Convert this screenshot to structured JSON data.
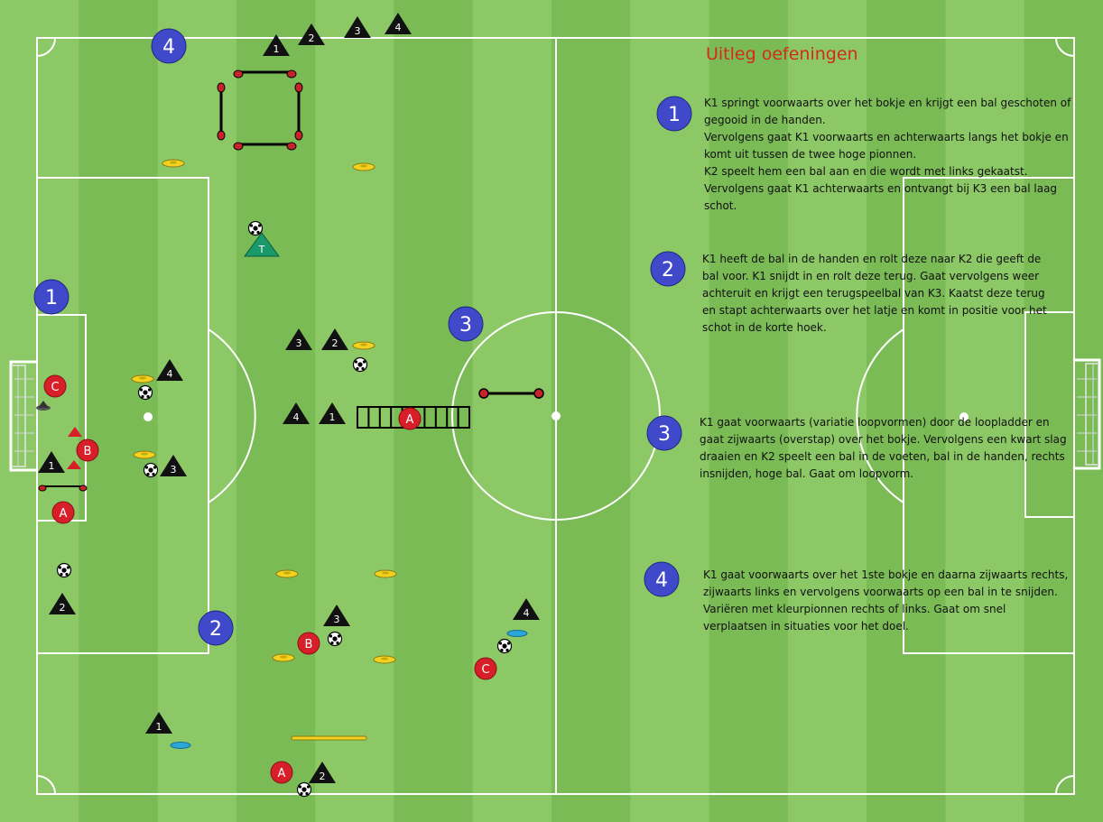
{
  "title": "Uitleg oefeningen",
  "colors": {
    "grass_light": "#8cc866",
    "grass_dark": "#7bbb56",
    "badge": "#3f49c9",
    "player_red": "#d81e28",
    "cone_black": "#111111",
    "trainer_green": "#1a9a6a",
    "marker_yellow": "#f2d21e",
    "marker_blue": "#2aa6d8"
  },
  "explanations": [
    {
      "number": "1",
      "text": "K1 springt voorwaarts over het bokje en krijgt een bal geschoten of gegooid in de handen.\nVervolgens gaat K1 voorwaarts en achterwaarts langs het bokje en komt uit tussen de twee hoge pionnen.\nK2 speelt hem een bal aan en die wordt met links gekaatst.\nVervolgens gaat K1 achterwaarts en ontvangt bij K3 een bal laag schot."
    },
    {
      "number": "2",
      "text": "K1 heeft de bal in de handen en rolt deze naar K2 die geeft de bal voor. K1 snijdt in en rolt deze terug. Gaat vervolgens weer achteruit en krijgt een terugspeelbal van K3. Kaatst deze terug en stapt achterwaarts over het latje en komt in positie voor het schot in de korte hoek."
    },
    {
      "number": "3",
      "text": "K1 gaat voorwaarts (variatie loopvormen) door de loopladder en gaat zijwaarts (overstap) over het bokje. Vervolgens een kwart slag draaien en K2 speelt een bal in de voeten, bal in de handen, rechts insnijden, hoge bal. Gaat om loopvorm."
    },
    {
      "number": "4",
      "text": "K1 gaat voorwaarts over het 1ste bokje en daarna zijwaarts rechts, zijwaarts links en vervolgens voorwaarts op een bal in te snijden. Variëren met kleurpionnen rechts of links. Gaat om snel verplaatsen in situaties voor het doel."
    }
  ],
  "badges": [
    "1",
    "2",
    "3",
    "4"
  ],
  "cones": [
    {
      "label": "1",
      "station": "1"
    },
    {
      "label": "2",
      "station": "1"
    },
    {
      "label": "3",
      "station": "1"
    },
    {
      "label": "4",
      "station": "1"
    },
    {
      "label": "4",
      "station": "3"
    },
    {
      "label": "1",
      "station": "3"
    },
    {
      "label": "3",
      "station": "3"
    },
    {
      "label": "2",
      "station": "3"
    },
    {
      "label": "3",
      "station": "2"
    },
    {
      "label": "4",
      "station": "2"
    },
    {
      "label": "2",
      "station": "2"
    },
    {
      "label": "1",
      "station": "2"
    },
    {
      "label": "1",
      "station": "4"
    },
    {
      "label": "2",
      "station": "4"
    },
    {
      "label": "3",
      "station": "4"
    },
    {
      "label": "4",
      "station": "4"
    }
  ],
  "players": [
    "C",
    "B",
    "A",
    "A",
    "B",
    "C",
    "A"
  ],
  "trainer": "T"
}
